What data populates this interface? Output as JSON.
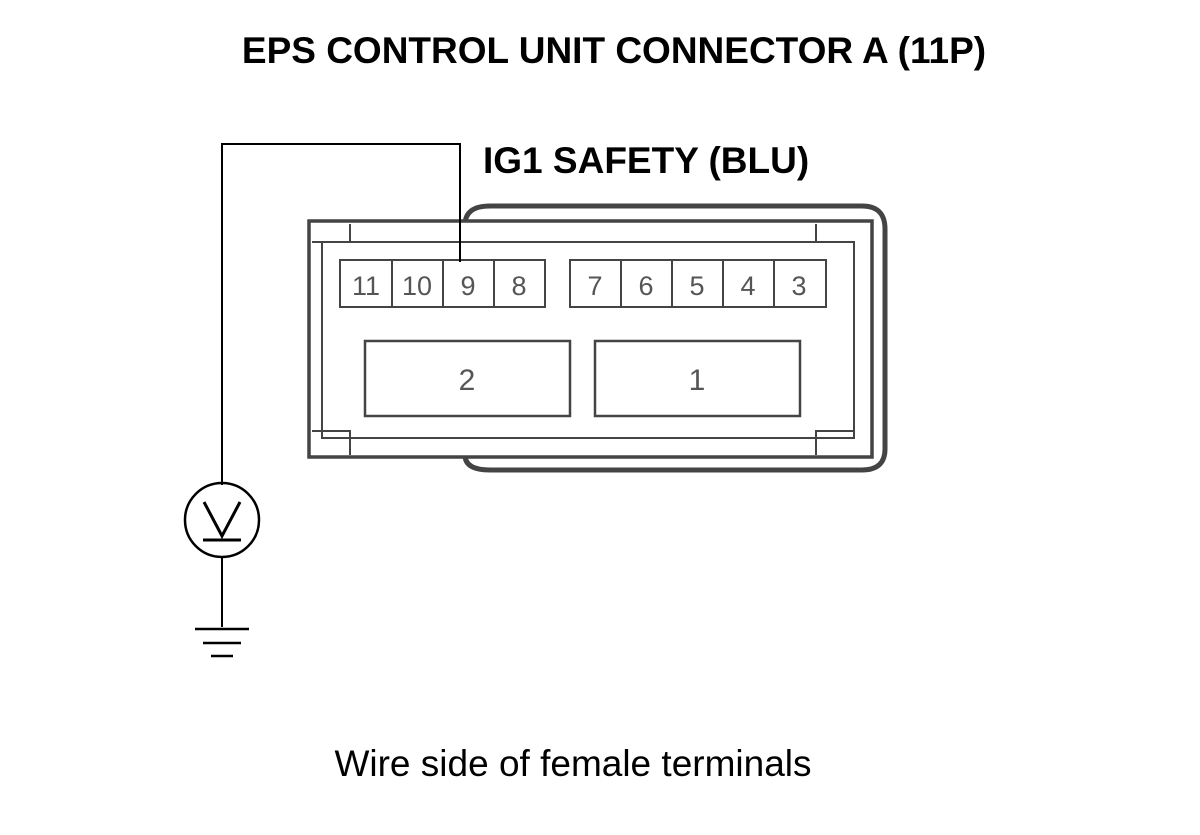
{
  "title": "EPS CONTROL UNIT CONNECTOR A (11P)",
  "wire_label": "IG1 SAFETY (BLU)",
  "caption": "Wire side of female terminals",
  "connector": {
    "upper_left_group": [
      "11",
      "10",
      "9",
      "8"
    ],
    "upper_right_group": [
      "7",
      "6",
      "5",
      "4",
      "3"
    ],
    "lower_terminals": [
      "2",
      "1"
    ],
    "probed_terminal": "9"
  },
  "meter": {
    "symbol": "voltmeter-icon",
    "ground_symbol": "ground-icon"
  },
  "colors": {
    "line": "#000000",
    "connector_outline": "#444444",
    "pin_text": "#555555"
  }
}
